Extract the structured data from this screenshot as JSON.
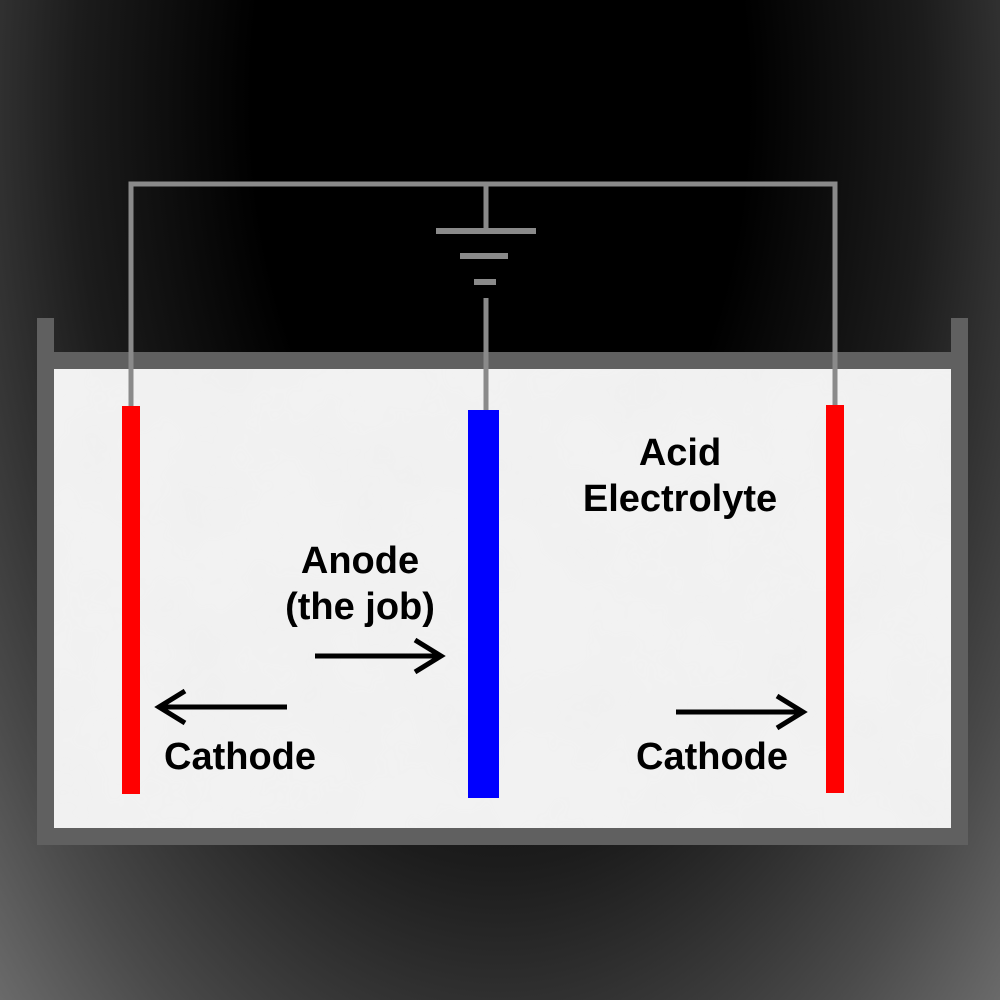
{
  "labels": {
    "electrolyte_line1": "Acid",
    "electrolyte_line2": "Electrolyte",
    "anode_line1": "Anode",
    "anode_line2": "(the job)",
    "cathode_left": "Cathode",
    "cathode_right": "Cathode"
  },
  "colors": {
    "cathode": "#ff0000",
    "anode": "#0000ff",
    "tank": "#606060",
    "wire": "#8a8a8a",
    "electrolyte": "#f0f0f0",
    "text": "#000000"
  },
  "icons": {
    "power_source": "battery-symbol-icon",
    "direction": "arrow-icon"
  }
}
